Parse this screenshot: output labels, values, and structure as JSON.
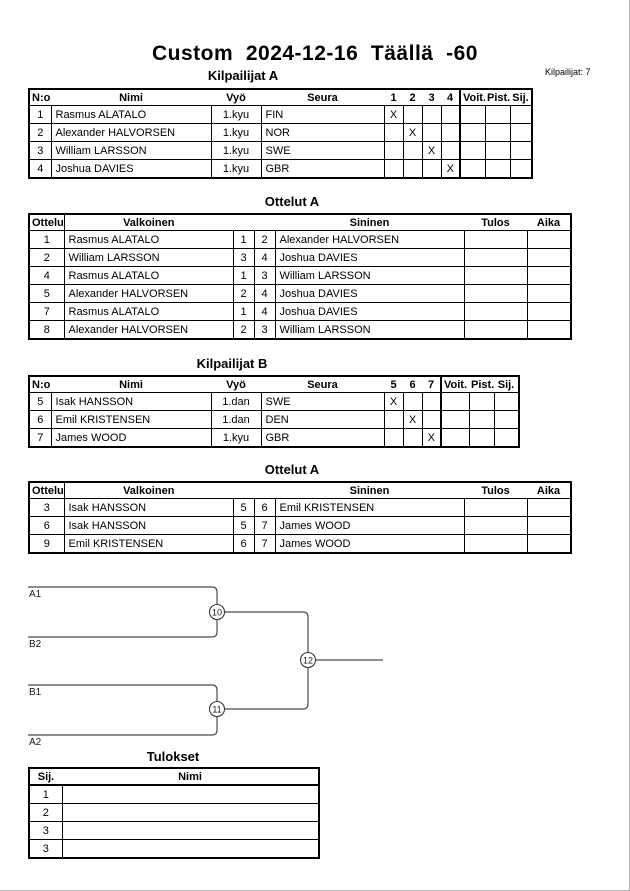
{
  "page": {
    "title": "Custom  2024-12-16  Täällä  -60",
    "competitors_count": "Kilpailijat: 7"
  },
  "kilpailijat_a": {
    "title": "Kilpailijat A",
    "headers": [
      "N:o",
      "Nimi",
      "Vyö",
      "Seura",
      "1",
      "2",
      "3",
      "4",
      "Voit.",
      "Pist.",
      "Sij."
    ],
    "rows": [
      [
        "1",
        "Rasmus ALATALO",
        "1.kyu",
        "FIN",
        "X",
        "",
        "",
        "",
        "",
        "",
        ""
      ],
      [
        "2",
        "Alexander HALVORSEN",
        "1.kyu",
        "NOR",
        "",
        "X",
        "",
        "",
        "",
        "",
        ""
      ],
      [
        "3",
        "William LARSSON",
        "1.kyu",
        "SWE",
        "",
        "",
        "X",
        "",
        "",
        "",
        ""
      ],
      [
        "4",
        "Joshua DAVIES",
        "1.kyu",
        "GBR",
        "",
        "",
        "",
        "X",
        "",
        "",
        ""
      ]
    ]
  },
  "ottelut_a1": {
    "title": "Ottelut A",
    "headers": [
      "Ottelu",
      "Valkoinen",
      "",
      "",
      "Sininen",
      "Tulos",
      "Aika"
    ],
    "rows": [
      [
        "1",
        "Rasmus ALATALO",
        "1",
        "2",
        "Alexander HALVORSEN",
        "",
        ""
      ],
      [
        "2",
        "William LARSSON",
        "3",
        "4",
        "Joshua DAVIES",
        "",
        ""
      ],
      [
        "4",
        "Rasmus ALATALO",
        "1",
        "3",
        "William LARSSON",
        "",
        ""
      ],
      [
        "5",
        "Alexander HALVORSEN",
        "2",
        "4",
        "Joshua DAVIES",
        "",
        ""
      ],
      [
        "7",
        "Rasmus ALATALO",
        "1",
        "4",
        "Joshua DAVIES",
        "",
        ""
      ],
      [
        "8",
        "Alexander HALVORSEN",
        "2",
        "3",
        "William LARSSON",
        "",
        ""
      ]
    ]
  },
  "kilpailijat_b": {
    "title": "Kilpailijat B",
    "headers": [
      "N:o",
      "Nimi",
      "Vyö",
      "Seura",
      "5",
      "6",
      "7",
      "Voit.",
      "Pist.",
      "Sij."
    ],
    "rows": [
      [
        "5",
        "Isak HANSSON",
        "1.dan",
        "SWE",
        "X",
        "",
        "",
        "",
        "",
        ""
      ],
      [
        "6",
        "Emil KRISTENSEN",
        "1.dan",
        "DEN",
        "",
        "X",
        "",
        "",
        "",
        ""
      ],
      [
        "7",
        "James WOOD",
        "1.kyu",
        "GBR",
        "",
        "",
        "X",
        "",
        "",
        ""
      ]
    ]
  },
  "ottelut_b": {
    "title": "Ottelut A",
    "headers": [
      "Ottelu",
      "Valkoinen",
      "",
      "",
      "Sininen",
      "Tulos",
      "Aika"
    ],
    "rows": [
      [
        "3",
        "Isak HANSSON",
        "5",
        "6",
        "Emil KRISTENSEN",
        "",
        ""
      ],
      [
        "6",
        "Isak HANSSON",
        "5",
        "7",
        "James WOOD",
        "",
        ""
      ],
      [
        "9",
        "Emil KRISTENSEN",
        "6",
        "7",
        "James WOOD",
        "",
        ""
      ]
    ]
  },
  "bracket": {
    "slot_a1": "A1",
    "slot_b2": "B2",
    "slot_b1": "B1",
    "slot_a2": "A2",
    "node_10": "10",
    "node_11": "11",
    "node_12": "12",
    "line_color": "#4a4a4a"
  },
  "tulokset": {
    "title": "Tulokset",
    "headers": [
      "Sij.",
      "Nimi"
    ],
    "rows": [
      [
        "1",
        ""
      ],
      [
        "2",
        ""
      ],
      [
        "3",
        ""
      ],
      [
        "3",
        ""
      ]
    ]
  }
}
